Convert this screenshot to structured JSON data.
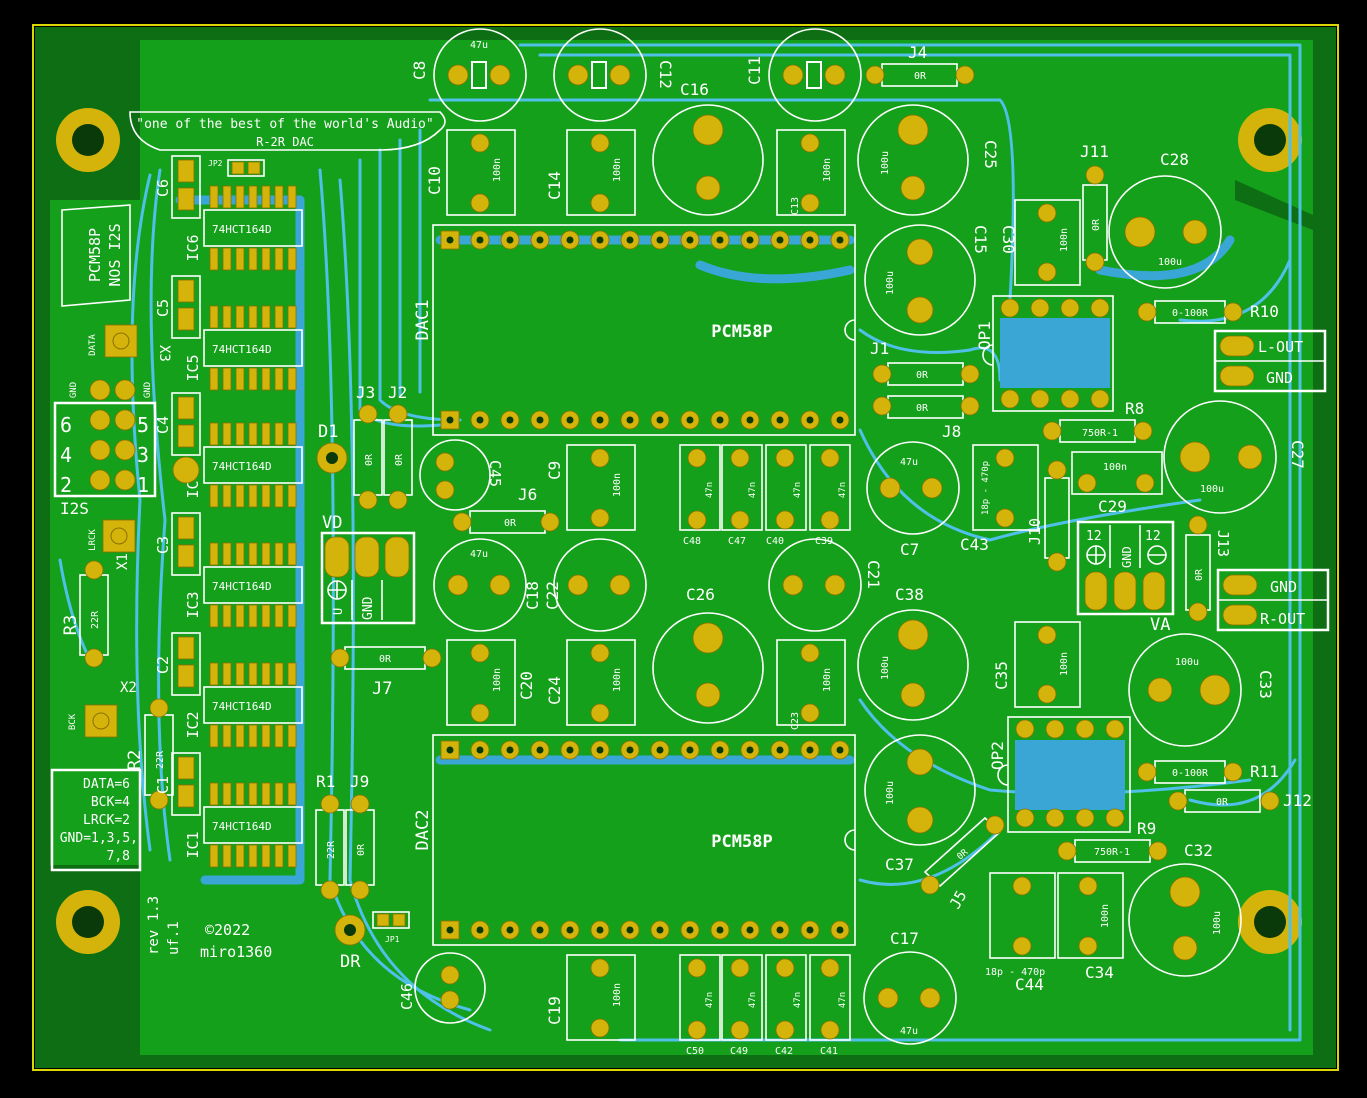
{
  "board": {
    "colors": {
      "substrate": "#0f7a18",
      "copper": "#15a51b",
      "trace": "#4fc0e8",
      "pad": "#d4b40a",
      "silk": "#ffffff"
    },
    "banner": {
      "line1": "\"one of the best of the world's Audio\"",
      "line2": "R-2R DAC"
    },
    "side_label": {
      "line1": "PCM58P",
      "line2": "NOS I2S"
    },
    "credits": {
      "rev": "rev 1.3",
      "uf": "uf.1",
      "copyright": "©2022",
      "author": "miro1360"
    },
    "pin_legend": {
      "l1": "DATA=6",
      "l2": "BCK=4",
      "l3": "LRCK=2",
      "l4": "GND=1,3,5,",
      "l5": "7,8"
    },
    "i2s_header": {
      "name": "I2S",
      "n6": "6",
      "n5": "5",
      "n4": "4",
      "n3": "3",
      "n2": "2",
      "n1": "1",
      "gnd1": "GND",
      "gnd2": "GND"
    },
    "connectors": {
      "x3": {
        "ref": "X3",
        "label": "DATA"
      },
      "x1": {
        "ref": "X1",
        "label": "LRCK"
      },
      "x2": {
        "ref": "X2",
        "label": "BCK"
      }
    },
    "dacs": {
      "dac1": {
        "ref": "DAC1",
        "part": "PCM58P"
      },
      "dac2": {
        "ref": "DAC2",
        "part": "PCM58P"
      }
    },
    "shift_registers": {
      "part": "74HCT164D",
      "refs": [
        "IC6",
        "IC5",
        "IC4",
        "IC3",
        "IC2",
        "IC1"
      ]
    },
    "decoupling": {
      "caps": [
        "C6",
        "C5",
        "C4",
        "C3",
        "C2",
        "C1"
      ]
    },
    "power_vd": {
      "ref": "VD",
      "gnd": "GND",
      "u": "U"
    },
    "power_va": {
      "ref": "VA",
      "p12a": "12",
      "gnd": "GND",
      "p12b": "12"
    },
    "outputs": {
      "l_out": "L-OUT",
      "gnd_l": "GND",
      "gnd_r": "GND",
      "r_out": "R-OUT"
    },
    "opamps": {
      "op1": "OP1",
      "op2": "OP2"
    },
    "labels": {
      "c8": "C8",
      "c10": "C10",
      "c12": "C12",
      "c14": "C14",
      "c16": "C16",
      "c11": "C11",
      "c13": "C13",
      "c25": "C25",
      "c15": "C15",
      "c30": "C30",
      "c28": "C28",
      "c27": "C27",
      "c29": "C29",
      "c43": "C43",
      "c9": "C9",
      "c45": "C45",
      "c48": "C48",
      "c47": "C47",
      "c40": "C40",
      "c39": "C39",
      "c7": "C7",
      "c18": "C18",
      "c20": "C20",
      "c22": "C22",
      "c24": "C24",
      "c26": "C26",
      "c21": "C21",
      "c23": "C23",
      "c38": "C38",
      "c35": "C35",
      "c33": "C33",
      "c37": "C37",
      "c17": "C17",
      "c32": "C32",
      "c44": "C44",
      "c34": "C34",
      "c19": "C19",
      "c46": "C46",
      "c50": "C50",
      "c49": "C49",
      "c42": "C42",
      "c41": "C41",
      "j1": "J1",
      "j2": "J2",
      "j3": "J3",
      "j4": "J4",
      "j5": "J5",
      "j6": "J6",
      "j7": "J7",
      "j8": "J8",
      "j9": "J9",
      "j10": "J10",
      "j11": "J11",
      "j12": "J12",
      "j13": "J13",
      "r1": "R1",
      "r2": "R2",
      "r3": "R3",
      "r8": "R8",
      "r9": "R9",
      "r10": "R10",
      "r11": "R11",
      "d1": "D1",
      "dr": "DR",
      "jp1": "JP1",
      "jp2": "JP2"
    },
    "values": {
      "v47u": "47u",
      "v100u": "100u",
      "v100n": "100n",
      "v47n": "47n",
      "v0r": "0R",
      "v22r": "22R",
      "v0_100r": "0-100R",
      "v750r": "750R-1",
      "v18p": "18p - 470p"
    }
  }
}
